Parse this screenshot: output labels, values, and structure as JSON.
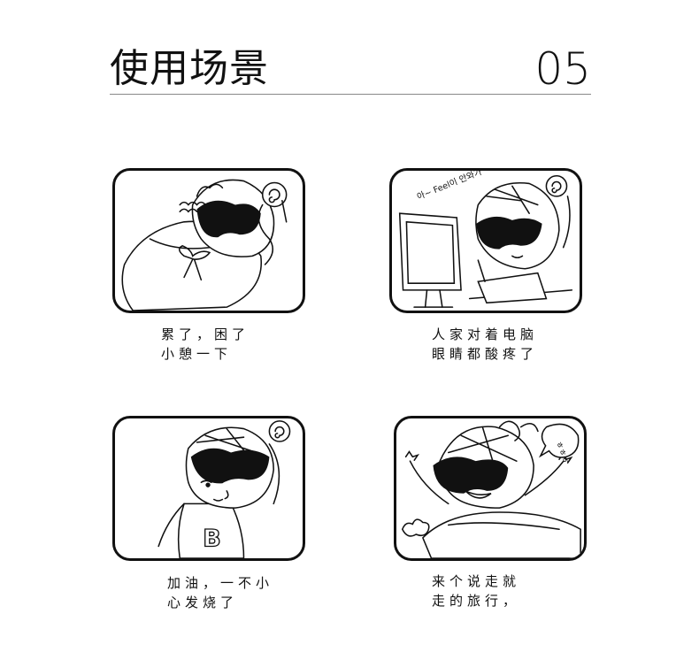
{
  "header": {
    "title": "使用场景",
    "page_number": "05"
  },
  "panels": [
    {
      "scene": "sleeping",
      "caption_lines": [
        "累了，困了",
        "小憩一下"
      ]
    },
    {
      "scene": "computer",
      "speech": "아~ Feel이 안와가",
      "caption_lines": [
        "人家对着电脑",
        "眼睛都酸疼了"
      ]
    },
    {
      "scene": "working",
      "caption_lines": [
        "加油，一不小",
        "心发烧了"
      ]
    },
    {
      "scene": "travel",
      "speech": "ㅎㅎㅎ",
      "caption_lines": [
        "来个说走就",
        "走的旅行，"
      ]
    }
  ]
}
